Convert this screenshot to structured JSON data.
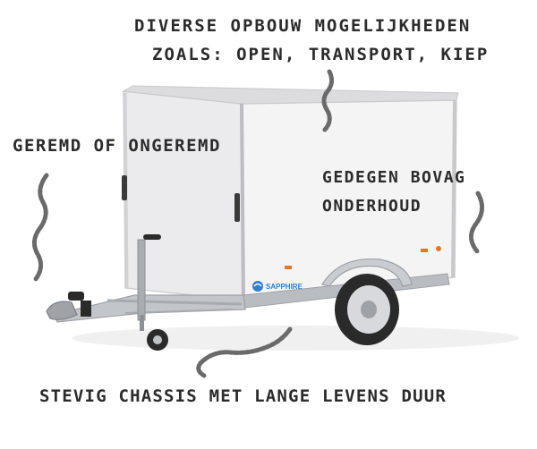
{
  "annotations": {
    "top_line1": "Diverse opbouw mogelijkheden",
    "top_line2": "zoals: open, transport, kiep",
    "brakes": "Geremd of ongeremd",
    "bovag_line1": "Gedegen Bovag",
    "bovag_line2": "onderhoud",
    "chassis": "Stevig chassis met lange levens duur"
  },
  "brand_logo_text": "SAPPHIRE",
  "colors": {
    "text": "#2b2b2b",
    "body_panel": "#e9e9eb",
    "side_panel": "#f3f3f4",
    "galvanized": "#b9bcc0",
    "tire": "#2a2a2a",
    "brand_blue": "#2c7fd1",
    "reflector": "#e87722"
  }
}
